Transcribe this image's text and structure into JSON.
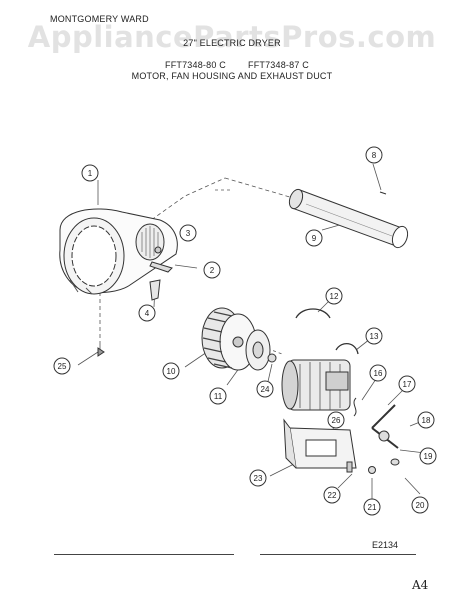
{
  "header": {
    "brand": "MONTGOMERY WARD",
    "watermark": "AppliancePartsPros.com",
    "title": "27\" ELECTRIC DRYER",
    "model_a": "FFT7348-80 C",
    "model_b": "FFT7348-87 C",
    "section": "MOTOR, FAN HOUSING AND EXHAUST DUCT"
  },
  "callouts": [
    "1",
    "2",
    "3",
    "4",
    "8",
    "9",
    "10",
    "11",
    "12",
    "13",
    "16",
    "17",
    "18",
    "19",
    "20",
    "21",
    "22",
    "23",
    "24",
    "25",
    "26"
  ],
  "footer": {
    "diagram_code": "E2134",
    "page_label": "A4"
  }
}
